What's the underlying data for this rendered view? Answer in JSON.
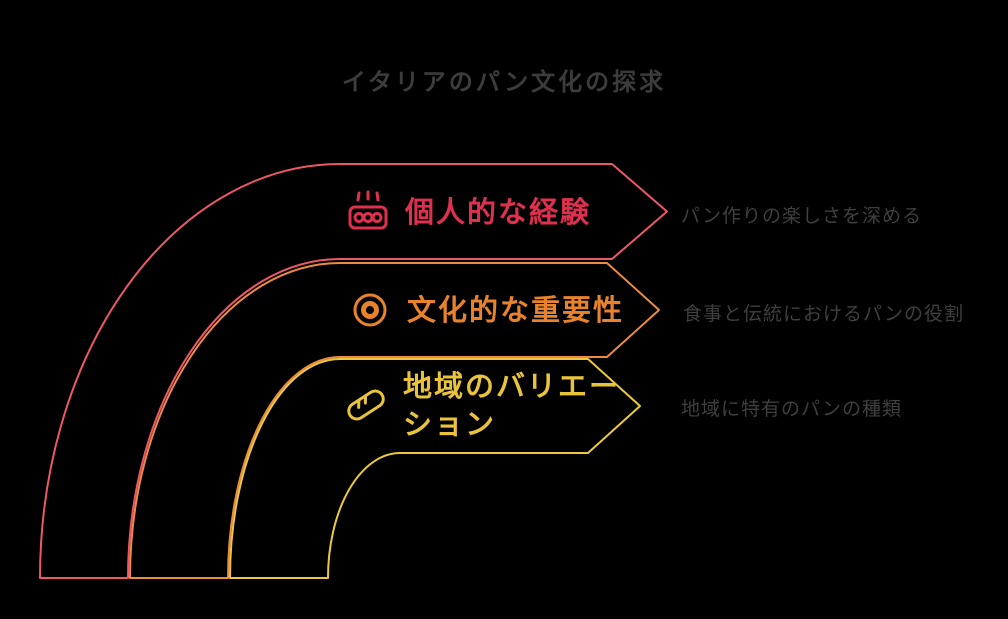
{
  "title": "イタリアのパン文化の探求",
  "colors": {
    "background": "#000000",
    "band_red": "#ec5868",
    "band_orange": "#ec8c3e",
    "band_yellow": "#ecc83e",
    "muted_text": "#3f3f3f"
  },
  "items": [
    {
      "label": "個人的な経験",
      "description": "パン作りの楽しさを深める",
      "icon": "bread-pan-icon",
      "color": "#e0304f"
    },
    {
      "label": "文化的な重要性",
      "description": "食事と伝統におけるパンの役割",
      "icon": "target-circle-icon",
      "color": "#e8832c"
    },
    {
      "label": "地域のバリエーション",
      "description": "地域に特有のパンの種類",
      "icon": "baguette-icon",
      "color": "#e9c43a"
    }
  ]
}
